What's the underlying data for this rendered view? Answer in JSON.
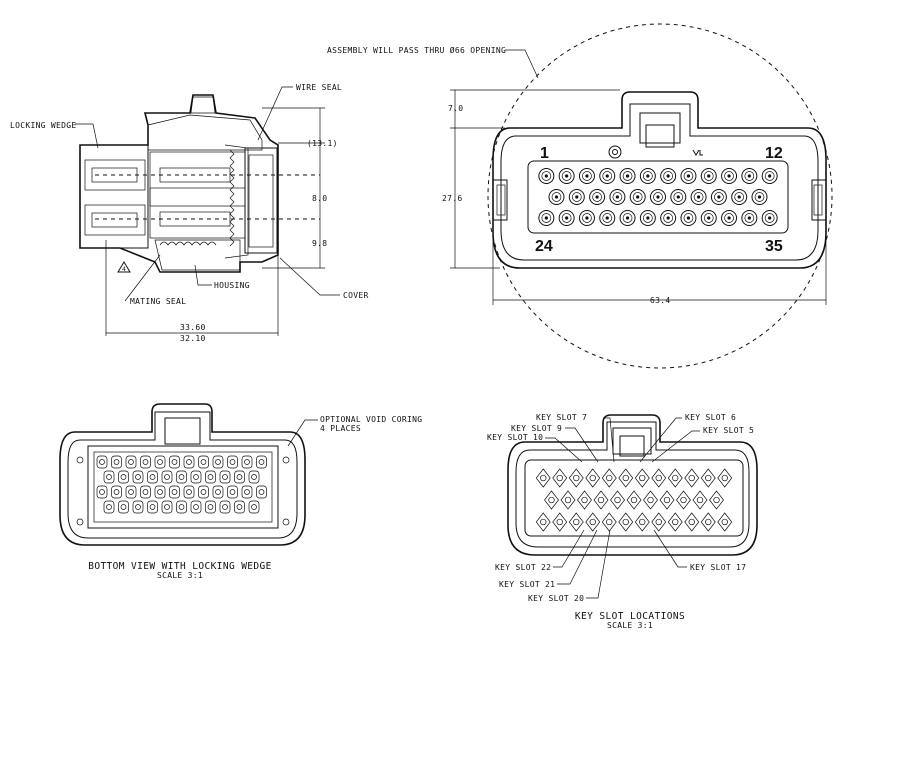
{
  "side_view": {
    "locking_wedge": "LOCKING WEDGE",
    "wire_seal": "WIRE SEAL",
    "mating_seal": "MATING SEAL",
    "housing": "HOUSING",
    "cover": "COVER",
    "dim_13_1": "(13.1)",
    "dim_8_0": "8.0",
    "dim_9_8": "9.8",
    "dim_33_60": "33.60",
    "dim_32_10": "32.10",
    "warning_symbol": "warning-triangle-icon"
  },
  "front_view": {
    "assembly_note": "ASSEMBLY WILL PASS THRU Ø66 OPENING",
    "dim_7_0": "7.0",
    "dim_27_6": "27.6",
    "dim_63_4": "63.4",
    "pin_1": "1",
    "pin_12": "12",
    "pin_24": "24",
    "pin_35": "35",
    "rows": [
      12,
      11,
      12
    ]
  },
  "bottom_view": {
    "title": "BOTTOM VIEW WITH LOCKING WEDGE",
    "scale": "SCALE  3:1",
    "coring_line1": "OPTIONAL VOID CORING",
    "coring_line2": "4 PLACES"
  },
  "key_slots": {
    "title": "KEY SLOT LOCATIONS",
    "scale": "SCALE  3:1",
    "slot_7": "KEY SLOT 7",
    "slot_6": "KEY SLOT 6",
    "slot_9": "KEY SLOT 9",
    "slot_5": "KEY SLOT 5",
    "slot_10": "KEY SLOT 10",
    "slot_22": "KEY SLOT 22",
    "slot_17": "KEY SLOT 17",
    "slot_21": "KEY SLOT 21",
    "slot_20": "KEY SLOT 20"
  }
}
